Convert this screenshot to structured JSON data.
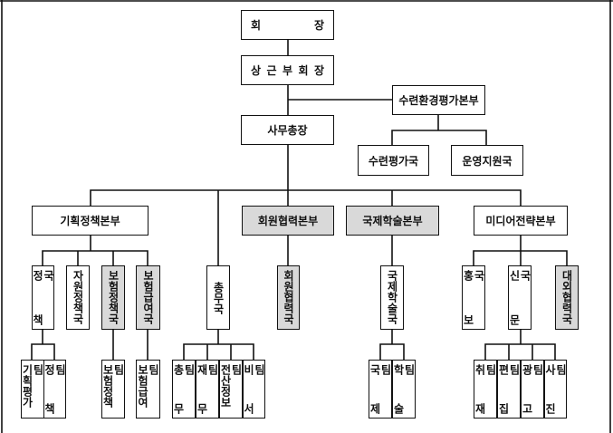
{
  "chairman": "회 장",
  "vice_chairman": "상 근 부 회 장",
  "training_eval_hq": "수련환경평가본부",
  "training_eval_bureau": "수련평가국",
  "operations_support_bureau": "운영지원국",
  "secretary_general": "사무총장",
  "hq": {
    "planning_policy": "기획정책본부",
    "member_cooperation": "회원협력본부",
    "intl_academic": "국제학술본부",
    "media_strategy": "미디어전략본부"
  },
  "bureaus": {
    "policy": "정 책 국",
    "resource_policy": "자원정책국",
    "insurance_policy": "보험정책국",
    "insurance_benefit": "보험급여국",
    "general_affairs": "총무국",
    "member_cooperation": "회원협력국",
    "intl_academic": "국제학술국",
    "pr": "홍 보 국",
    "newspaper": "신 문 국",
    "external_cooperation": "대외협력국"
  },
  "teams": {
    "planning_eval": "기획평가팀",
    "policy": "정 책 팀",
    "insurance_policy": "보험정책팀",
    "insurance_benefit": "보험급여팀",
    "general_affairs": "총 무 팀",
    "finance": "재 무 팀",
    "it": "전산정보팀",
    "secretary": "비 서 팀",
    "international": "국 제 팀",
    "academic": "학 술 팀",
    "reporting": "취 재 팀",
    "editing": "편 집 팀",
    "advertising": "광 고 팀",
    "photo": "사 진 팀"
  }
}
